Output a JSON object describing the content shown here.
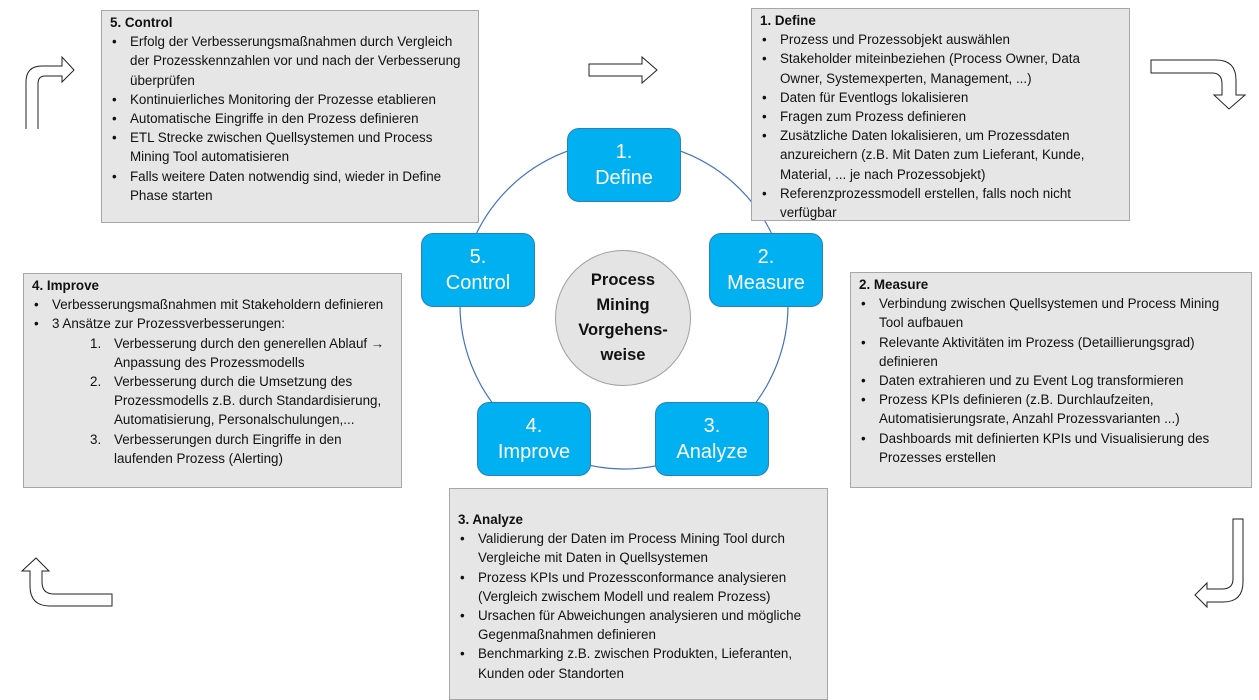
{
  "diagram": {
    "center_label": "Process Mining Vorgehens-weise",
    "center_lines": [
      "Process",
      "Mining",
      "Vorgehens-",
      "weise"
    ],
    "colors": {
      "step_fill": "#00b0f0",
      "panel_fill": "#e7e6e6",
      "center_fill": "#e4e4e4",
      "ring": "#4472c4"
    },
    "steps": [
      {
        "number": "1.",
        "label": "Define"
      },
      {
        "number": "2.",
        "label": "Measure"
      },
      {
        "number": "3.",
        "label": "Analyze"
      },
      {
        "number": "4.",
        "label": "Improve"
      },
      {
        "number": "5.",
        "label": "Control"
      }
    ]
  },
  "panels": {
    "define": {
      "title": "1. Define",
      "items": [
        "Prozess und Prozessobjekt auswählen",
        "Stakeholder miteinbeziehen (Process Owner, Data Owner, Systemexperten, Management, ...)",
        "Daten für Eventlogs lokalisieren",
        "Fragen zum Prozess definieren",
        "Zusätzliche Daten lokalisieren, um Prozessdaten anzureichern (z.B. Mit Daten zum Lieferant, Kunde, Material, ... je nach Prozessobjekt)",
        "Referenzprozessmodell erstellen, falls noch nicht verfügbar"
      ]
    },
    "measure": {
      "title": "2. Measure",
      "items": [
        "Verbindung zwischen Quellsystemen und Process Mining Tool aufbauen",
        "Relevante Aktivitäten im Prozess (Detaillierungsgrad) definieren",
        "Daten extrahieren und zu Event Log transformieren",
        "Prozess KPIs definieren (z.B. Durchlaufzeiten, Automatisierungsrate, Anzahl Prozessvarianten ...)",
        "Dashboards mit definierten KPIs und Visualisierung des Prozesses erstellen"
      ]
    },
    "analyze": {
      "title": "3. Analyze",
      "items": [
        "Validierung der Daten im Process Mining Tool durch Vergleiche mit Daten in Quellsystemen",
        "Prozess KPIs und Prozessconformance analysieren (Vergleich zwischem Modell und realem Prozess)",
        "Ursachen für Abweichungen analysieren und mögliche Gegenmaßnahmen definieren",
        "Benchmarking z.B. zwischen Produkten, Lieferanten, Kunden oder Standorten"
      ]
    },
    "improve": {
      "title": "4. Improve",
      "items": [
        "Verbesserungsmaßnahmen mit Stakeholdern definieren",
        "3 Ansätze zur Prozessverbesserungen:"
      ],
      "subitems": [
        {
          "num": "1.",
          "text": "Verbesserung durch den generellen Ablauf → Anpassung des Prozessmodells"
        },
        {
          "num": "2.",
          "text": "Verbesserung durch die Umsetzung des Prozessmodells z.B. durch Standardisierung, Automatisierung, Personalschulungen,..."
        },
        {
          "num": "3.",
          "text": "Verbesserungen durch Eingriffe in den laufenden Prozess (Alerting)"
        }
      ]
    },
    "control": {
      "title": "5. Control",
      "items": [
        "Erfolg der Verbesserungsmaßnahmen durch Vergleich der Prozesskennzahlen vor und nach der Verbesserung überprüfen",
        "Kontinuierliches Monitoring der Prozesse etablieren",
        "Automatische Eingriffe in den Prozess definieren",
        "ETL Strecke zwischen Quellsystemen und Process Mining Tool automatisieren",
        "Falls weitere Daten notwendig sind, wieder in Define Phase starten"
      ]
    }
  },
  "arrows": [
    {
      "name": "arrow-right-top",
      "direction": "right"
    },
    {
      "name": "arrow-bent-right-down",
      "direction": "right-then-down"
    },
    {
      "name": "arrow-bent-down-left",
      "direction": "down-then-left"
    },
    {
      "name": "arrow-bent-left-up",
      "direction": "left-then-up"
    },
    {
      "name": "arrow-bent-up-right",
      "direction": "up-then-right"
    }
  ]
}
